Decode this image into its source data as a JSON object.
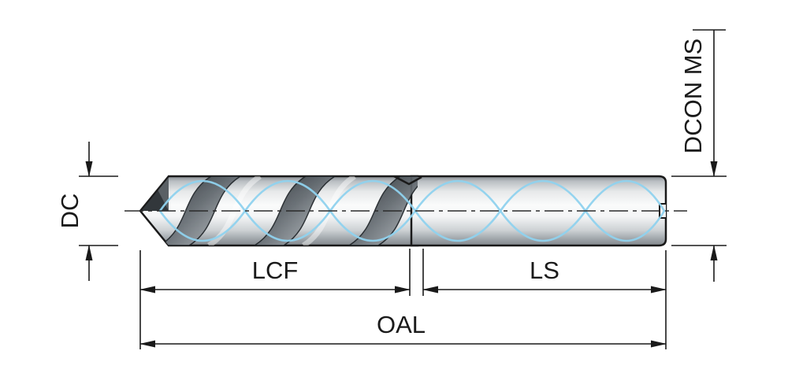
{
  "labels": {
    "dc": "DC",
    "lcf": "LCF",
    "ls": "LS",
    "oal": "OAL",
    "dcon_ms": "DCON MS"
  },
  "colors": {
    "coolant_blue": "#8FD2EE",
    "line": "#1a1a1a"
  }
}
